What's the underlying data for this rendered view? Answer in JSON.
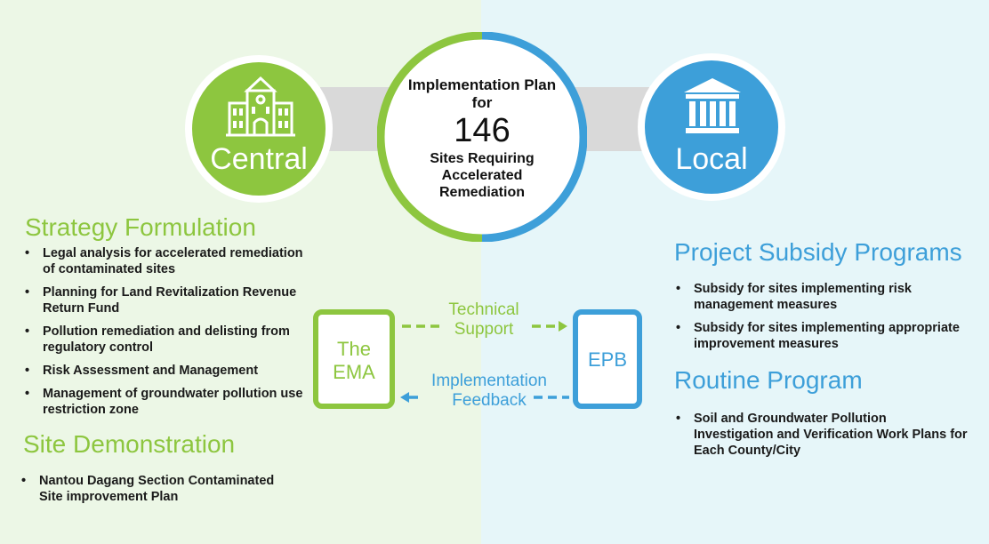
{
  "central": {
    "label": "Central",
    "color": "#8dc63f"
  },
  "local": {
    "label": "Local",
    "color": "#3d9fd9"
  },
  "center": {
    "line1": "Implementation Plan",
    "line2": "for",
    "number": "146",
    "line3": "Sites Requiring",
    "line4": "Accelerated",
    "line5": "Remediation"
  },
  "strategy": {
    "title": "Strategy Formulation",
    "items": [
      "Legal analysis for accelerated remediation of contaminated sites",
      "Planning for Land Revitalization Revenue Return Fund",
      "Pollution remediation and delisting from regulatory control",
      "Risk Assessment and Management",
      "Management of groundwater pollution use restriction zone"
    ]
  },
  "site_demo": {
    "title": "Site Demonstration",
    "items": [
      "Nantou Dagang Section Contaminated Site improvement Plan"
    ]
  },
  "project_subsidy": {
    "title": "Project Subsidy Programs",
    "items": [
      "Subsidy for sites implementing risk management measures",
      "Subsidy for sites implementing appropriate improvement measures"
    ]
  },
  "routine": {
    "title": "Routine Program",
    "items": [
      "Soil and Groundwater Pollution Investigation and Verification Work Plans for Each County/City"
    ]
  },
  "ema": {
    "line1": "The",
    "line2": "EMA"
  },
  "epb": {
    "label": "EPB"
  },
  "technical_support": {
    "line1": "Technical",
    "line2": "Support"
  },
  "implementation_feedback": {
    "line1": "Implementation",
    "line2": "Feedback"
  }
}
